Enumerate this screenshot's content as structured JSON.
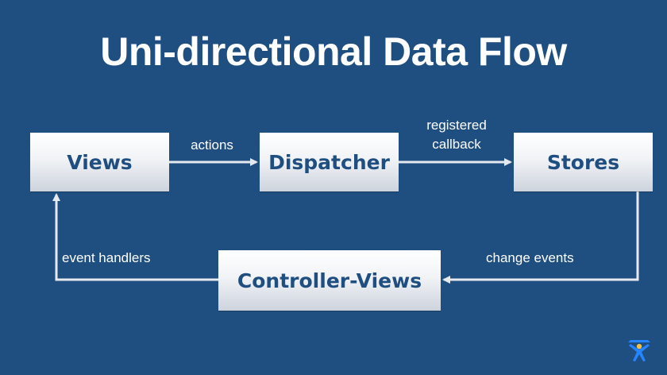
{
  "title": "Uni-directional Data Flow",
  "nodes": {
    "views": "Views",
    "dispatcher": "Dispatcher",
    "stores": "Stores",
    "controller_views": "Controller-Views"
  },
  "edges": {
    "actions": "actions",
    "registered_line1": "registered",
    "registered_line2": "callback",
    "change_events": "change events",
    "event_handlers": "event handlers"
  },
  "colors": {
    "background": "#1f4e80",
    "box_text": "#1f4e80",
    "arrow": "#e6e9ee",
    "logo_blue": "#2684ff",
    "logo_gold": "#f4c246"
  },
  "icons": {
    "logo": "atlassian-logo-icon"
  }
}
